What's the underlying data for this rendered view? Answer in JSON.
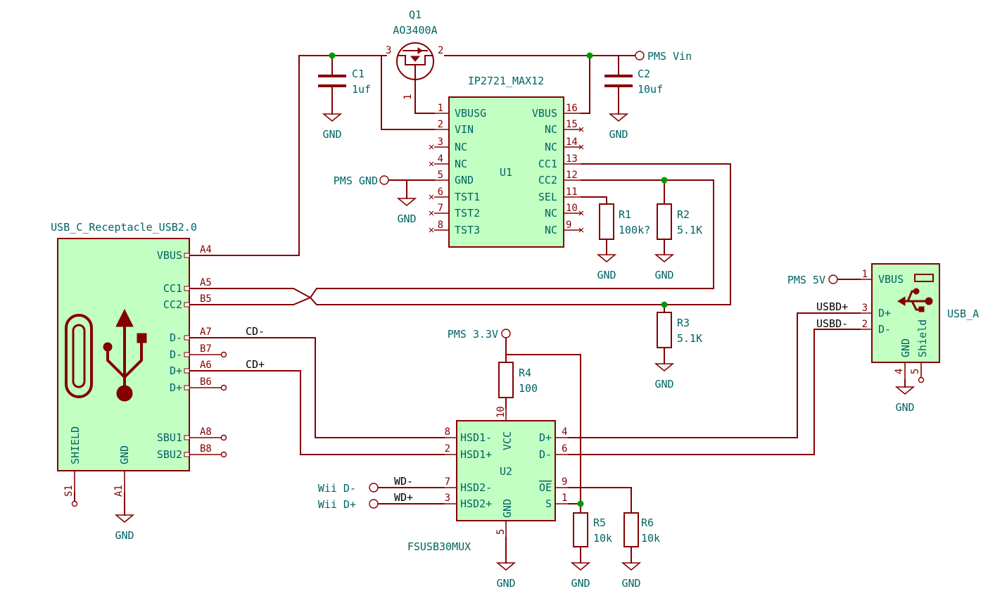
{
  "title": "",
  "components": {
    "q1": {
      "ref": "Q1",
      "value": "AO3400A",
      "pin_g": "1",
      "pin_s": "3",
      "pin_d": "2"
    },
    "c1": {
      "ref": "C1",
      "value": "1uf"
    },
    "c2": {
      "ref": "C2",
      "value": "10uf"
    },
    "r1": {
      "ref": "R1",
      "value": "100k?"
    },
    "r2": {
      "ref": "R2",
      "value": "5.1K"
    },
    "r3": {
      "ref": "R3",
      "value": "5.1K"
    },
    "r4": {
      "ref": "R4",
      "value": "100"
    },
    "r5": {
      "ref": "R5",
      "value": "10k"
    },
    "r6": {
      "ref": "R6",
      "value": "10k"
    },
    "u1": {
      "ref": "U1",
      "value": "IP2721_MAX12",
      "left_pins": [
        {
          "num": "1",
          "name": "VBUSG"
        },
        {
          "num": "2",
          "name": "VIN"
        },
        {
          "num": "3",
          "name": "NC"
        },
        {
          "num": "4",
          "name": "NC"
        },
        {
          "num": "5",
          "name": "GND"
        },
        {
          "num": "6",
          "name": "TST1"
        },
        {
          "num": "7",
          "name": "TST2"
        },
        {
          "num": "8",
          "name": "TST3"
        }
      ],
      "right_pins": [
        {
          "num": "16",
          "name": "VBUS"
        },
        {
          "num": "15",
          "name": "NC"
        },
        {
          "num": "14",
          "name": "NC"
        },
        {
          "num": "13",
          "name": "CC1"
        },
        {
          "num": "12",
          "name": "CC2"
        },
        {
          "num": "11",
          "name": "SEL"
        },
        {
          "num": "10",
          "name": "NC"
        },
        {
          "num": "9",
          "name": "NC"
        }
      ]
    },
    "u2": {
      "ref": "U2",
      "value": "FSUSB30MUX",
      "left_pins": [
        {
          "num": "8",
          "name": "HSD1-"
        },
        {
          "num": "2",
          "name": "HSD1+"
        },
        {
          "num": "7",
          "name": "HSD2-"
        },
        {
          "num": "3",
          "name": "HSD2+"
        }
      ],
      "right_pins": [
        {
          "num": "4",
          "name": "D+"
        },
        {
          "num": "6",
          "name": "D-"
        },
        {
          "num": "9",
          "name": "OE"
        },
        {
          "num": "1",
          "name": "S"
        }
      ],
      "top_pin": {
        "num": "10",
        "name": "VCC"
      },
      "bottom_pin": {
        "num": "5",
        "name": "GND"
      }
    },
    "usbc": {
      "ref": "USB_C_Receptacle_USB2.0",
      "right_pins": [
        {
          "num": "A4",
          "name": "VBUS"
        },
        {
          "num": "A5",
          "name": "CC1"
        },
        {
          "num": "B5",
          "name": "CC2"
        },
        {
          "num": "A7",
          "name": "D-"
        },
        {
          "num": "B7",
          "name": "D-"
        },
        {
          "num": "A6",
          "name": "D+"
        },
        {
          "num": "B6",
          "name": "D+"
        },
        {
          "num": "A8",
          "name": "SBU1"
        },
        {
          "num": "B8",
          "name": "SBU2"
        }
      ],
      "bottom_pins": [
        {
          "num": "S1",
          "name": "SHIELD"
        },
        {
          "num": "A1",
          "name": "GND"
        }
      ]
    },
    "usba": {
      "ref": "USB_A",
      "left_pins": [
        {
          "num": "1",
          "name": "VBUS"
        },
        {
          "num": "3",
          "name": "D+"
        },
        {
          "num": "2",
          "name": "D-"
        }
      ],
      "bottom_pins": [
        {
          "num": "4",
          "name": "GND"
        },
        {
          "num": "5",
          "name": "Shield"
        }
      ]
    }
  },
  "power_labels": {
    "gnd": "GND",
    "pms_vin": "PMS Vin",
    "pms_gnd": "PMS GND",
    "pms_5v": "PMS 5V",
    "pms_3v3": "PMS 3.3V",
    "wii_dm": "Wii D-",
    "wii_dp": "Wii D+"
  },
  "net_labels": {
    "cd_minus": "CD-",
    "cd_plus": "CD+",
    "wd_minus": "WD-",
    "wd_plus": "WD+",
    "usbd_plus": "USBD+",
    "usbd_minus": "USBD-"
  },
  "colors": {
    "wire": "#840000",
    "body_fill": "#c2ffc2",
    "text_teal": "#006464",
    "junction": "#009900"
  }
}
